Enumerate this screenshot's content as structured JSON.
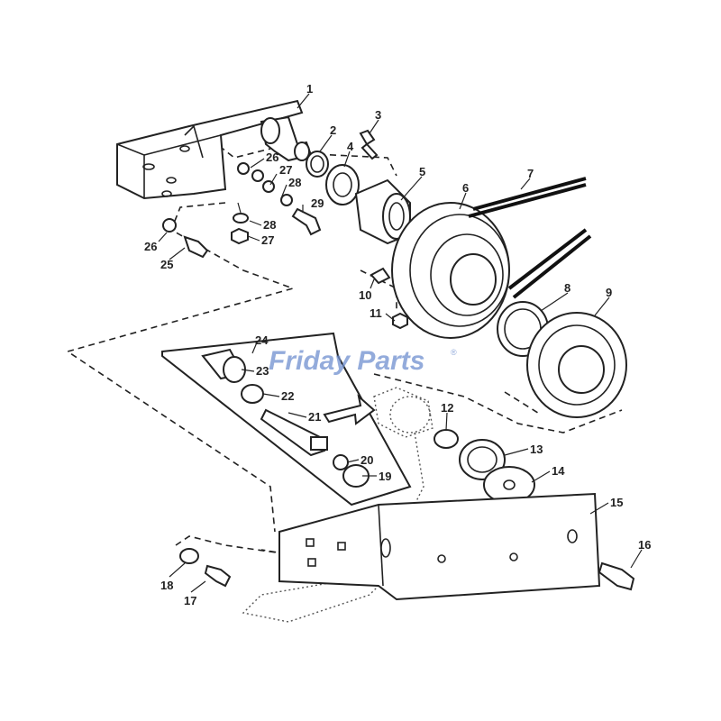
{
  "watermark": {
    "text": "Friday Parts",
    "registered_mark": "®",
    "color": "#6f8fcf"
  },
  "callouts": [
    {
      "id": "c1",
      "label": "1"
    },
    {
      "id": "c2",
      "label": "2"
    },
    {
      "id": "c3",
      "label": "3"
    },
    {
      "id": "c4",
      "label": "4"
    },
    {
      "id": "c5",
      "label": "5"
    },
    {
      "id": "c6",
      "label": "6"
    },
    {
      "id": "c7",
      "label": "7"
    },
    {
      "id": "c8",
      "label": "8"
    },
    {
      "id": "c9",
      "label": "9"
    },
    {
      "id": "c10",
      "label": "10"
    },
    {
      "id": "c11",
      "label": "11"
    },
    {
      "id": "c12",
      "label": "12"
    },
    {
      "id": "c13",
      "label": "13"
    },
    {
      "id": "c14",
      "label": "14"
    },
    {
      "id": "c15",
      "label": "15"
    },
    {
      "id": "c16",
      "label": "16"
    },
    {
      "id": "c17",
      "label": "17"
    },
    {
      "id": "c18",
      "label": "18"
    },
    {
      "id": "c19",
      "label": "19"
    },
    {
      "id": "c20",
      "label": "20"
    },
    {
      "id": "c21",
      "label": "21"
    },
    {
      "id": "c22",
      "label": "22"
    },
    {
      "id": "c23",
      "label": "23"
    },
    {
      "id": "c24",
      "label": "24"
    },
    {
      "id": "c25",
      "label": "25"
    },
    {
      "id": "c26a",
      "label": "26"
    },
    {
      "id": "c26b",
      "label": "26"
    },
    {
      "id": "c27a",
      "label": "27"
    },
    {
      "id": "c27b",
      "label": "27"
    },
    {
      "id": "c28a",
      "label": "28"
    },
    {
      "id": "c28b",
      "label": "28"
    },
    {
      "id": "c29",
      "label": "29"
    }
  ]
}
